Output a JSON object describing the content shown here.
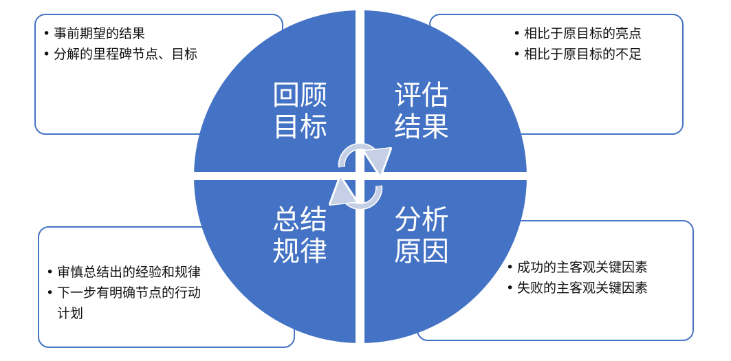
{
  "colors": {
    "quadrant": "#4472C4",
    "border": "#4472C4",
    "arrow": "#C5D0E6"
  },
  "quadrants": {
    "top_left": {
      "line1": "回顾",
      "line2": "目标"
    },
    "top_right": {
      "line1": "评估",
      "line2": "结果"
    },
    "bottom_left": {
      "line1": "总结",
      "line2": "规律"
    },
    "bottom_right": {
      "line1": "分析",
      "line2": "原因"
    }
  },
  "boxes": {
    "top_left": [
      "事前期望的结果",
      "分解的里程碑节点、目标"
    ],
    "top_right": [
      "相比于原目标的亮点",
      "相比于原目标的不足"
    ],
    "bottom_left": [
      "审慎总结出的经验和规律",
      "下一步有明确节点的行动计划"
    ],
    "bottom_right": [
      "成功的主客观关键因素",
      "失败的主客观关键因素"
    ]
  },
  "icons": [
    "cycle-arrow-icon"
  ]
}
